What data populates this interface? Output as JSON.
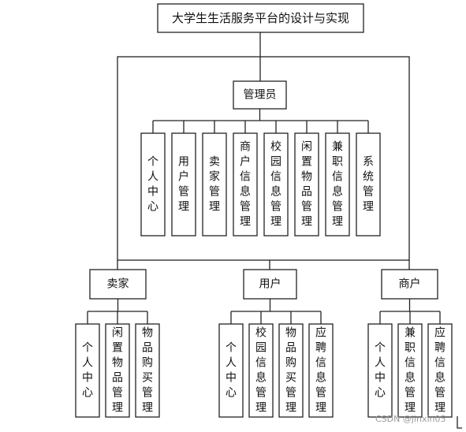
{
  "title": "大学生生活服务平台的设计与实现",
  "admin": {
    "label": "管理员",
    "modules": [
      "个人中心",
      "用户管理",
      "卖家管理",
      "商户信息管理",
      "校园信息管理",
      "闲置物品管理",
      "兼职信息管理",
      "系统管理"
    ]
  },
  "seller": {
    "label": "卖家",
    "modules": [
      "个人中心",
      "闲置物品管理",
      "物品购买管理"
    ]
  },
  "user": {
    "label": "用户",
    "modules": [
      "个人中心",
      "校园信息管理",
      "物品购买管理",
      "应聘信息管理"
    ]
  },
  "merchant": {
    "label": "商户",
    "modules": [
      "个人中心",
      "兼职信息管理",
      "应聘信息管理"
    ]
  },
  "watermark": "CSDN @jinxin05"
}
